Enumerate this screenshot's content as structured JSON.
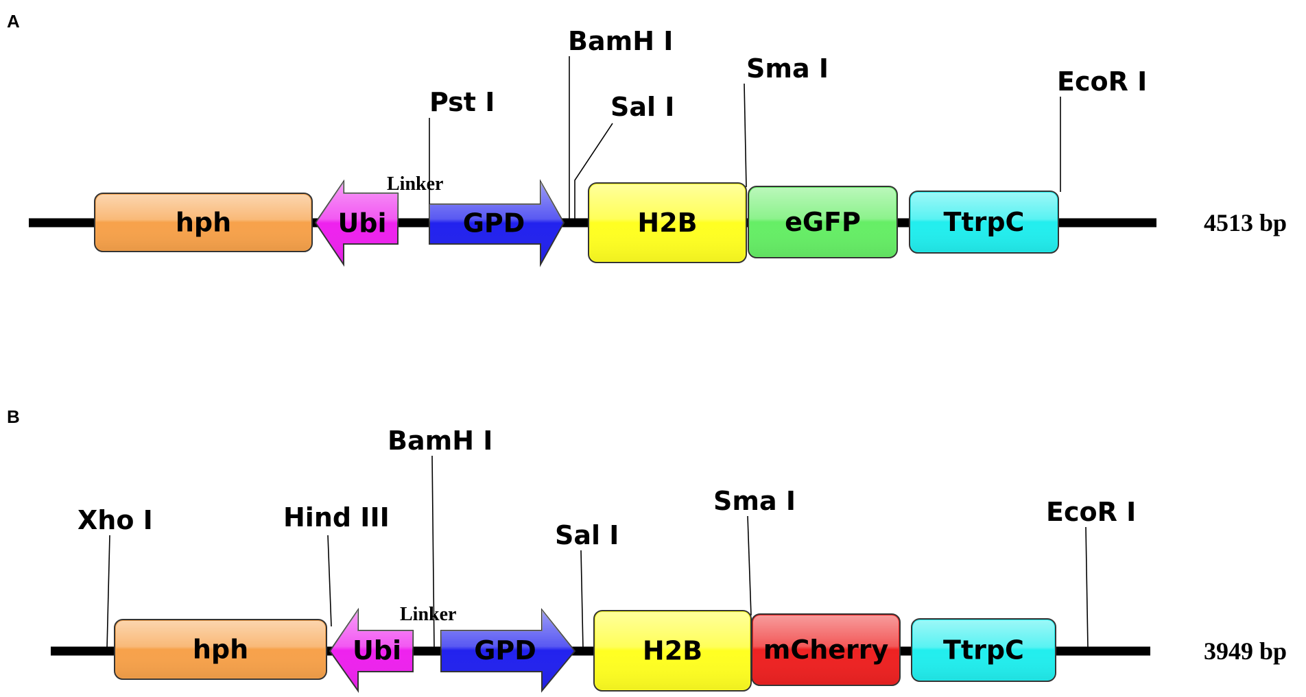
{
  "panels": [
    {
      "letter": "A",
      "size": "4513 bp",
      "linker": "Linker",
      "features": [
        {
          "name": "hph",
          "color": "#f7a24b",
          "shape": "box"
        },
        {
          "name": "Ubi",
          "color": "#ee22ee",
          "shape": "arrow-left"
        },
        {
          "name": "GPD",
          "color": "#2222ee",
          "shape": "arrow-right"
        },
        {
          "name": "H2B",
          "color": "#ffff22",
          "shape": "box"
        },
        {
          "name": "eGFP",
          "color": "#66ee66",
          "shape": "box"
        },
        {
          "name": "TtrpC",
          "color": "#22eeee",
          "shape": "box"
        }
      ],
      "sites": [
        "Pst I",
        "BamH I",
        "Sal I",
        "Sma I",
        "EcoR I"
      ]
    },
    {
      "letter": "B",
      "size": "3949 bp",
      "linker": "Linker",
      "features": [
        {
          "name": "hph",
          "color": "#f7a24b",
          "shape": "box"
        },
        {
          "name": "Ubi",
          "color": "#ee22ee",
          "shape": "arrow-left"
        },
        {
          "name": "GPD",
          "color": "#2222ee",
          "shape": "arrow-right"
        },
        {
          "name": "H2B",
          "color": "#ffff22",
          "shape": "box"
        },
        {
          "name": "mCherry",
          "color": "#ee2222",
          "shape": "box"
        },
        {
          "name": "TtrpC",
          "color": "#22eeee",
          "shape": "box"
        }
      ],
      "sites": [
        "Xho I",
        "Hind III",
        "BamH I",
        "Sal I",
        "Sma I",
        "EcoR I"
      ]
    }
  ]
}
